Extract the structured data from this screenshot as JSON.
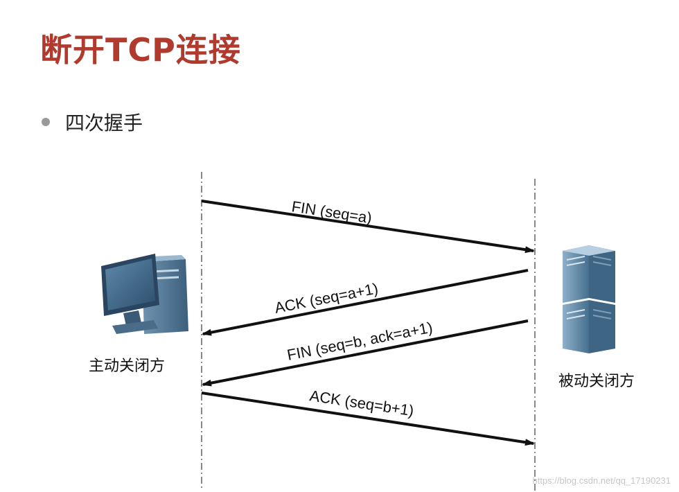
{
  "slide": {
    "title": "断开TCP连接",
    "bullet": "四次握手"
  },
  "parties": {
    "active": "主动关闭方",
    "passive": "被动关闭方"
  },
  "icons": {
    "active": "desktop-computer-icon",
    "passive": "server-rack-icon"
  },
  "messages": [
    {
      "label": "FIN (seq=a)",
      "direction": "to-passive"
    },
    {
      "label": "ACK (seq=a+1)",
      "direction": "to-active"
    },
    {
      "label": "FIN (seq=b, ack=a+1)",
      "direction": "to-active"
    },
    {
      "label": "ACK (seq=b+1)",
      "direction": "to-passive"
    }
  ],
  "watermark": "https://blog.csdn.net/qq_17190231",
  "colors": {
    "title": "#b03a2e",
    "arrow": "#111111",
    "device": "#4a6f8c"
  }
}
